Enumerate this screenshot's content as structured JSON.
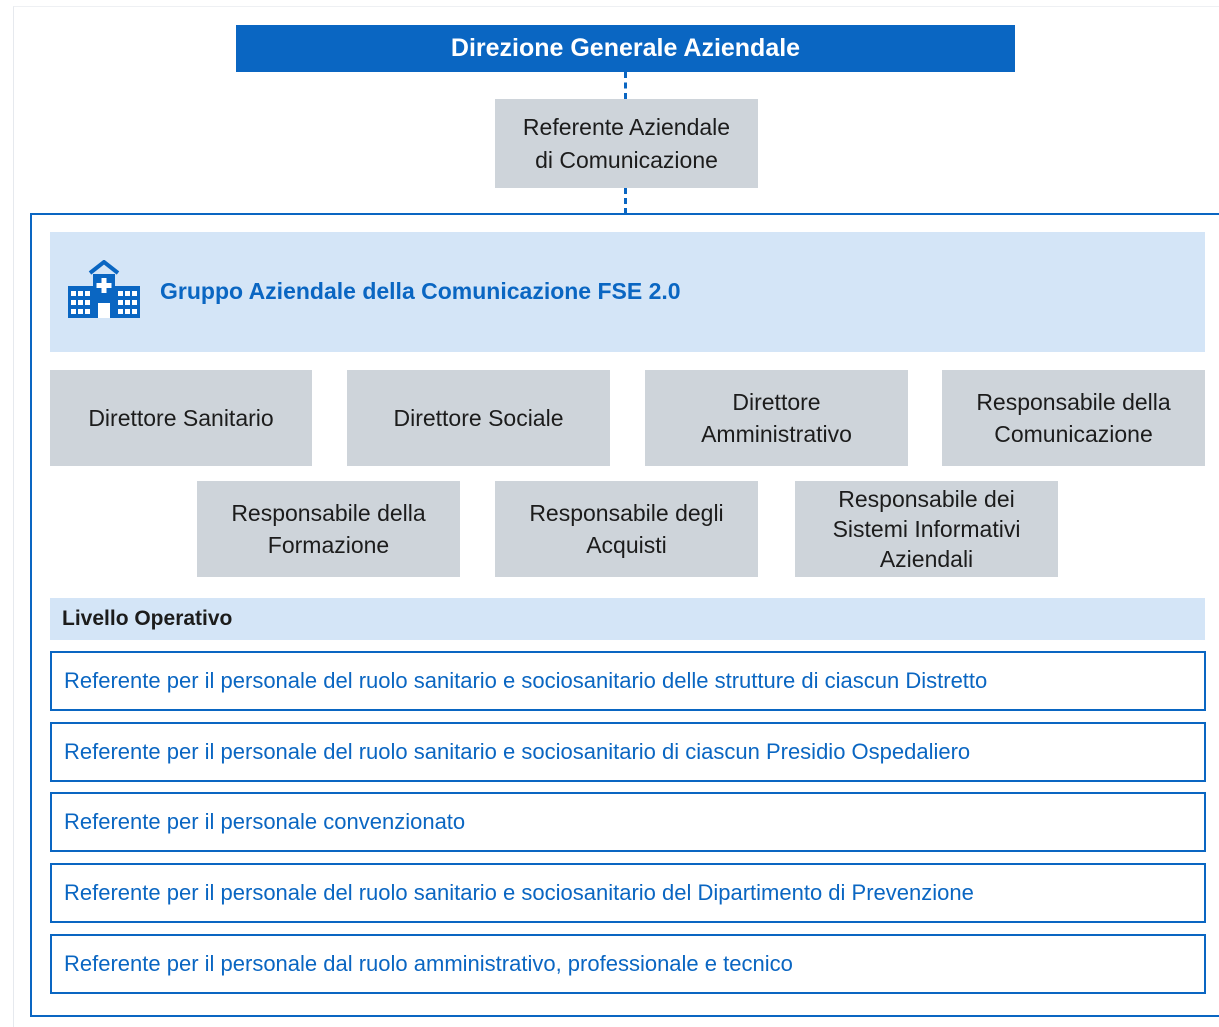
{
  "top": {
    "title": "Direzione Generale Aziendale"
  },
  "referente": {
    "line1": "Referente Aziendale",
    "line2": "di Comunicazione"
  },
  "group": {
    "title": "Gruppo Aziendale della Comunicazione FSE 2.0",
    "icon": "hospital-icon"
  },
  "roles_row1": [
    {
      "lines": [
        "Direttore Sanitario"
      ]
    },
    {
      "lines": [
        "Direttore Sociale"
      ]
    },
    {
      "lines": [
        "Direttore",
        "Amministrativo"
      ]
    },
    {
      "lines": [
        "Responsabile della",
        "Comunicazione"
      ]
    }
  ],
  "roles_row2": [
    {
      "lines": [
        "Responsabile della",
        "Formazione"
      ]
    },
    {
      "lines": [
        "Responsabile degli",
        "Acquisti"
      ]
    },
    {
      "lines": [
        "Responsabile dei",
        "Sistemi Informativi",
        "Aziendali"
      ]
    }
  ],
  "livello": {
    "title": "Livello Operativo"
  },
  "operativo": [
    "Referente per il personale del ruolo sanitario e sociosanitario delle strutture di ciascun Distretto",
    "Referente per il personale del ruolo sanitario e sociosanitario di ciascun Presidio Ospedaliero",
    "Referente per il personale convenzionato",
    "Referente per il personale del ruolo sanitario e sociosanitario del Dipartimento di Prevenzione",
    "Referente per il personale dal ruolo amministrativo, professionale e tecnico"
  ],
  "colors": {
    "accent": "#0a66c2",
    "box": "#ced4da",
    "light": "#d4e5f7"
  }
}
